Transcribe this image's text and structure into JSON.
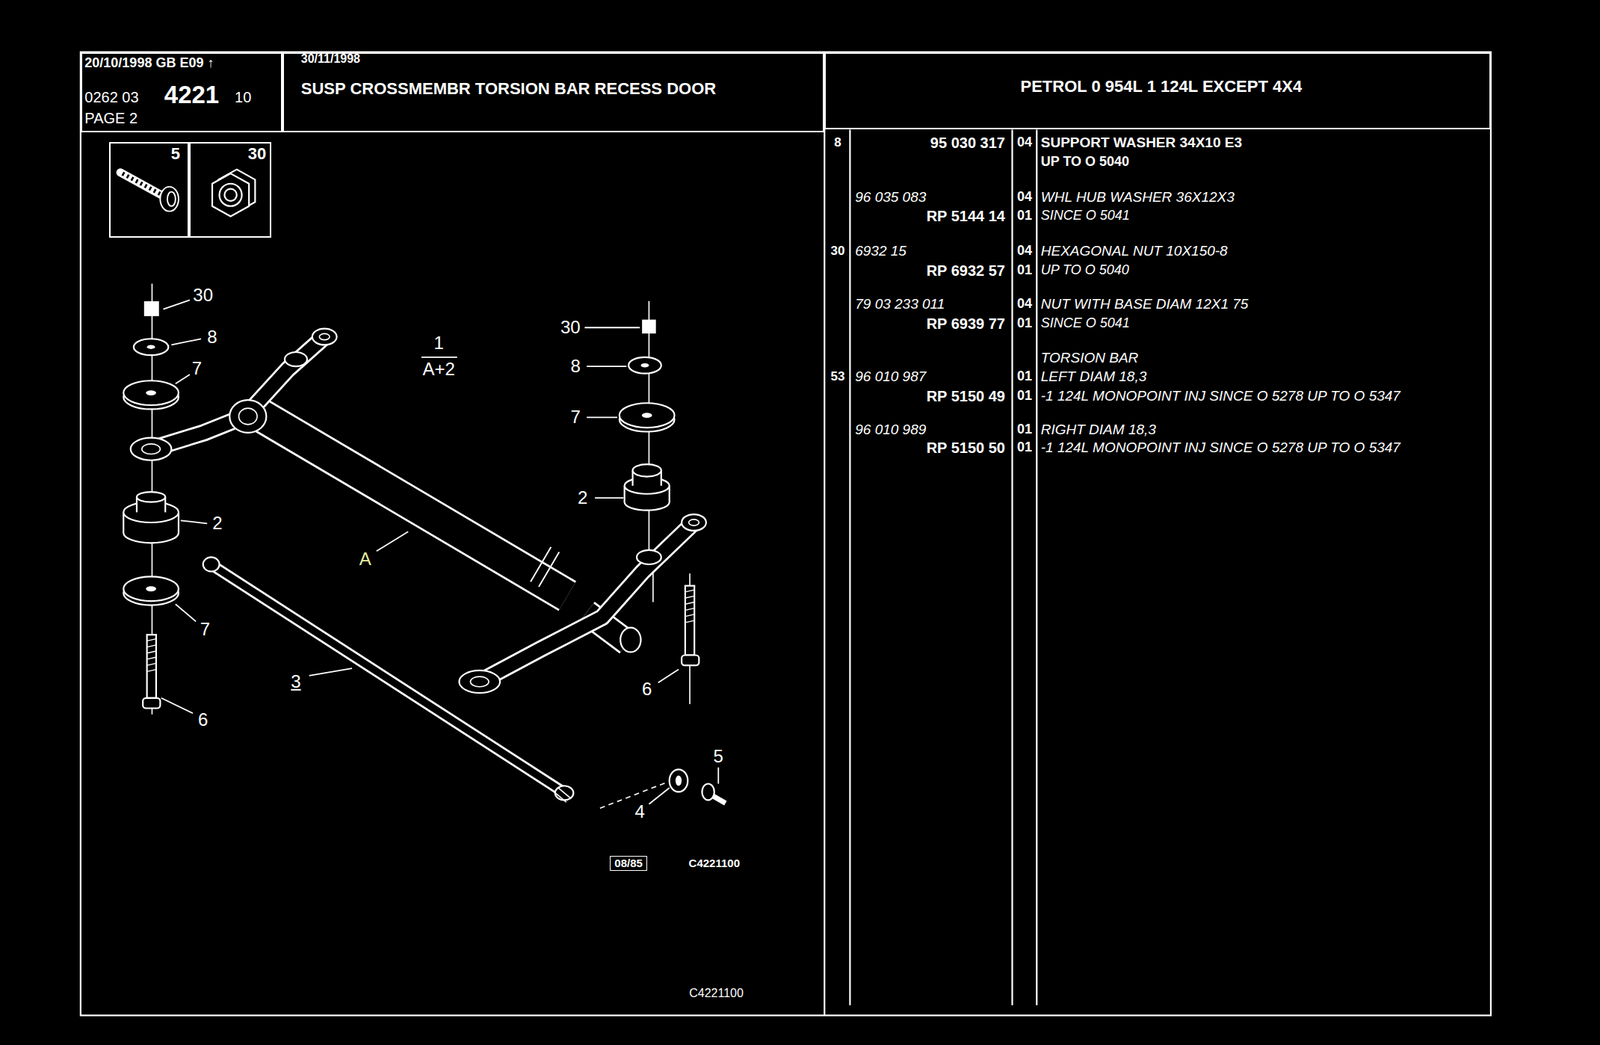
{
  "diagram": {
    "nodes": [
      {
        "text": [
          "20/10/1998 GB E09 ↑",
          "0262 03",
          "4221",
          "10",
          "PAGE 2"
        ]
      },
      {
        "text": [
          "30/11/1998",
          "SUSP CROSSMEMBR TORSION BAR RECESS DOOR"
        ]
      },
      {
        "text": [
          "PETROL 0 954L 1 124L EXCEPT 4X4"
        ]
      },
      {
        "text": [
          "5"
        ]
      },
      {
        "text": [
          "30"
        ]
      },
      {
        "text": [
          "08/85"
        ]
      }
    ],
    "labels": [
      "8",
      "95 030 317",
      "04",
      "SUPPORT WASHER 34X10 E3",
      "UP TO O 5040",
      "96 035 083",
      "04",
      "WHL HUB WASHER 36X12X3",
      "RP 5144 14",
      "01",
      "SINCE O 5041",
      "30",
      "6932 15",
      "04",
      "HEXAGONAL NUT 10X150-8",
      "RP 6932 57",
      "01",
      "UP TO O 5040",
      "79 03 233 011",
      "04",
      "NUT WITH BASE DIAM 12X1 75",
      "RP 6939 77",
      "01",
      "SINCE O 5041",
      "TORSION BAR",
      "53",
      "96 010 987",
      "01",
      "LEFT DIAM 18,3",
      "RP 5150 49",
      "01",
      "-1 124L MONOPOINT INJ SINCE O 5278 UP TO O 5347",
      "96 010 989",
      "01",
      "RIGHT DIAM 18,3",
      "RP 5150 50",
      "01",
      "-1 124L MONOPOINT INJ SINCE O 5278 UP TO O 5347",
      "30",
      "8",
      "7",
      "2",
      "7",
      "6",
      "1",
      "A+2",
      "30",
      "8",
      "7",
      "2",
      "A",
      "6",
      "3",
      "5",
      "4",
      "C4221100",
      "C4221100"
    ]
  }
}
